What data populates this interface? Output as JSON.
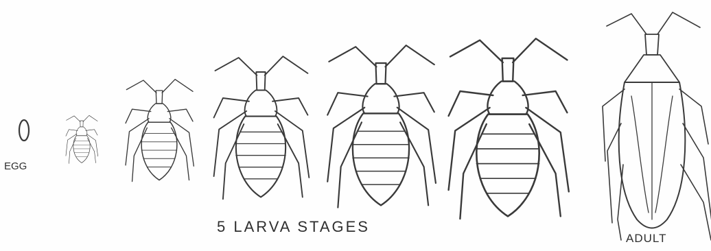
{
  "labels": {
    "egg": "EGG",
    "larva_stages": "5 LARVA  STAGES",
    "adult": "ADULT"
  },
  "stages": [
    {
      "kind": "egg"
    },
    {
      "kind": "larva",
      "instar": 1
    },
    {
      "kind": "larva",
      "instar": 2
    },
    {
      "kind": "larva",
      "instar": 3
    },
    {
      "kind": "larva",
      "instar": 4
    },
    {
      "kind": "larva",
      "instar": 5
    },
    {
      "kind": "adult"
    }
  ],
  "colors": {
    "ink": "#3a3a3a",
    "background": "#fefefe"
  }
}
